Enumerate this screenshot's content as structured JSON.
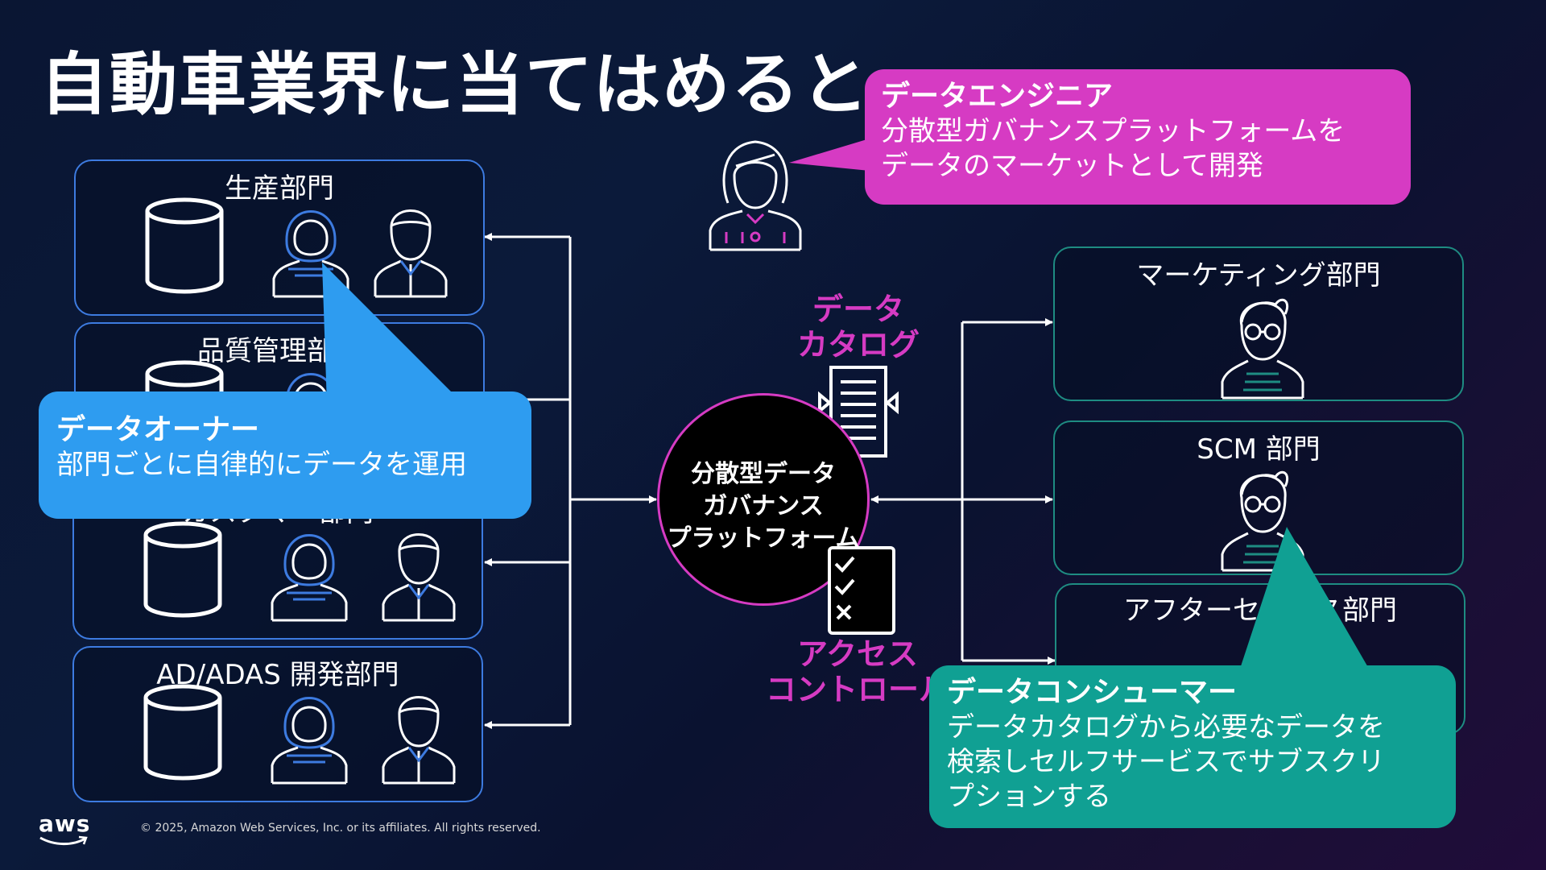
{
  "title": "自動車業界に当てはめると",
  "left_departments": [
    {
      "label": "生産部門"
    },
    {
      "label": "品質管理部門"
    },
    {
      "label": "カスタマー部門"
    },
    {
      "label": "AD/ADAS 開発部門"
    }
  ],
  "right_departments": [
    {
      "label": "マーケティング部門"
    },
    {
      "label": "SCM 部門"
    },
    {
      "label": "アフターセールス部門"
    }
  ],
  "center": {
    "label": "分散型データ\nガバナンス\nプラットフォーム"
  },
  "data_catalog_label": "データ\nカタログ",
  "access_control_label": "アクセス\nコントロール",
  "callouts": {
    "engineer": {
      "title": "データエンジニア",
      "body": "分散型ガバナンスプラットフォームを\nデータのマーケットとして開発"
    },
    "owner": {
      "title": "データオーナー",
      "body": "部門ごとに自律的にデータを運用"
    },
    "consumer": {
      "title": "データコンシューマー",
      "body": "データカタログから必要なデータを\n検索しセルフサービスでサブスクリ\nプションする"
    }
  },
  "footer": {
    "copyright": "© 2025, Amazon Web Services, Inc. or its affiliates. All rights reserved.",
    "logo_text": "aws"
  },
  "colors": {
    "pink": "#d63bc3",
    "blue": "#2e9cf0",
    "teal": "#10a093",
    "left_border": "#3d7be0",
    "right_border": "#1e8c82"
  },
  "icons": [
    "database-icon",
    "data-owner-person-icon",
    "person-icon",
    "data-engineer-person-icon",
    "data-consumer-person-icon",
    "document-catalog-icon",
    "checklist-icon"
  ]
}
